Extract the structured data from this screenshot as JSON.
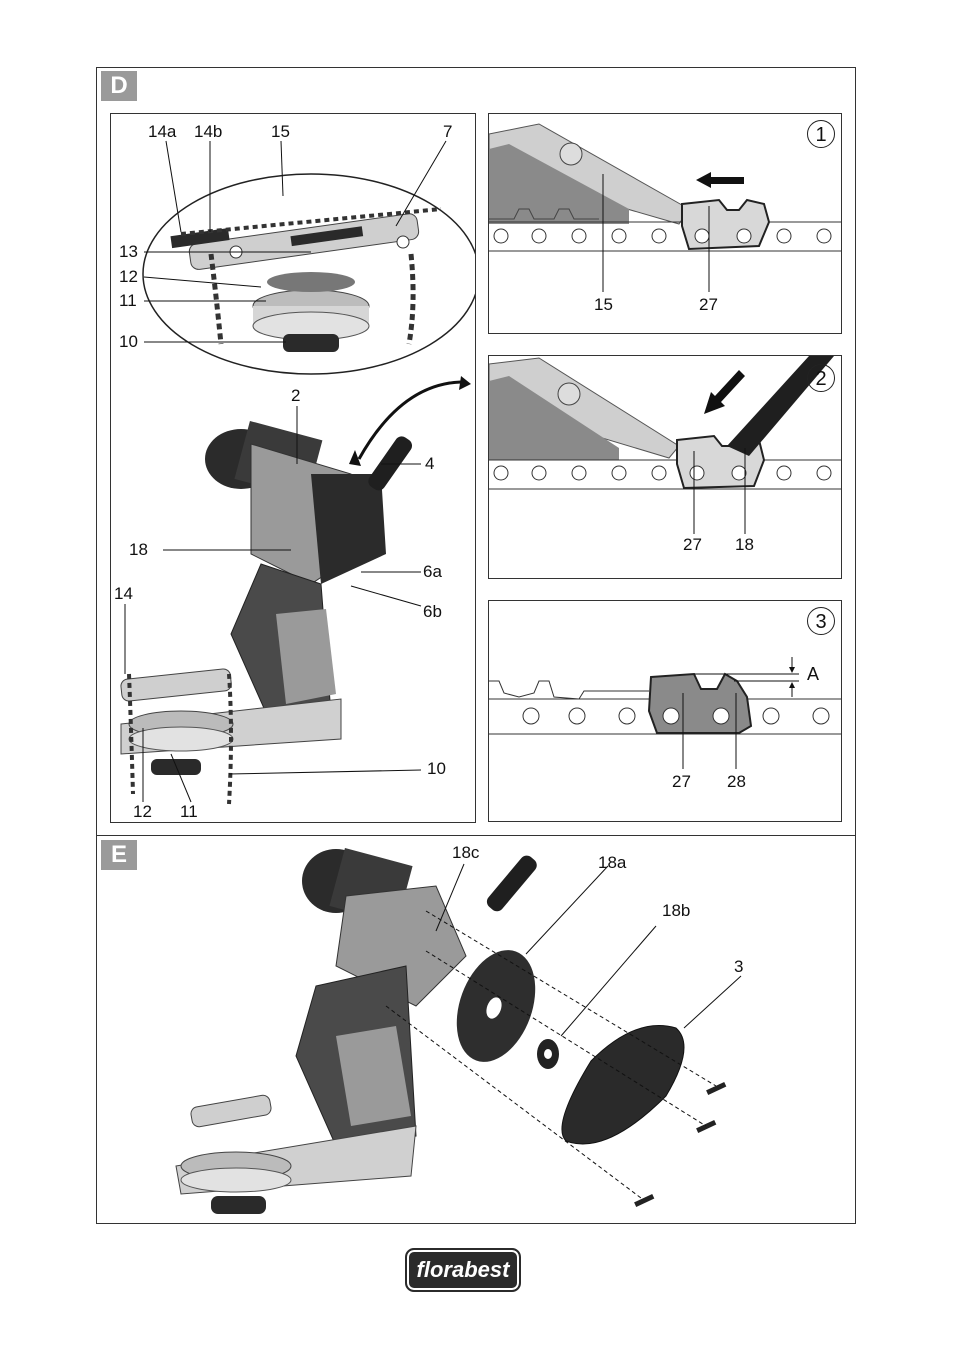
{
  "sections": {
    "d": {
      "badge": "D"
    },
    "e": {
      "badge": "E"
    }
  },
  "panel_main": {
    "labels": {
      "l14a": "14a",
      "l14b": "14b",
      "l15": "15",
      "l7": "7",
      "l13": "13",
      "l12": "12",
      "l11": "11",
      "l10": "10",
      "l2": "2",
      "l4": "4",
      "l18": "18",
      "l6a": "6a",
      "l6b": "6b",
      "l14": "14",
      "l12b": "12",
      "l11b": "11",
      "l10b": "10"
    }
  },
  "step1": {
    "number": "1",
    "labels": {
      "l15": "15",
      "l27": "27"
    }
  },
  "step2": {
    "number": "2",
    "labels": {
      "l27": "27",
      "l18": "18"
    }
  },
  "step3": {
    "number": "3",
    "labels": {
      "la": "A",
      "l27": "27",
      "l28": "28"
    }
  },
  "section_e": {
    "labels": {
      "l18c": "18c",
      "l18a": "18a",
      "l18b": "18b",
      "l3": "3"
    }
  },
  "logo": {
    "text": "florabest"
  },
  "colors": {
    "badge": "#9a9a9a",
    "dark": "#2b2b2b",
    "mid": "#8a8a8a",
    "light": "#d8d8d8"
  }
}
